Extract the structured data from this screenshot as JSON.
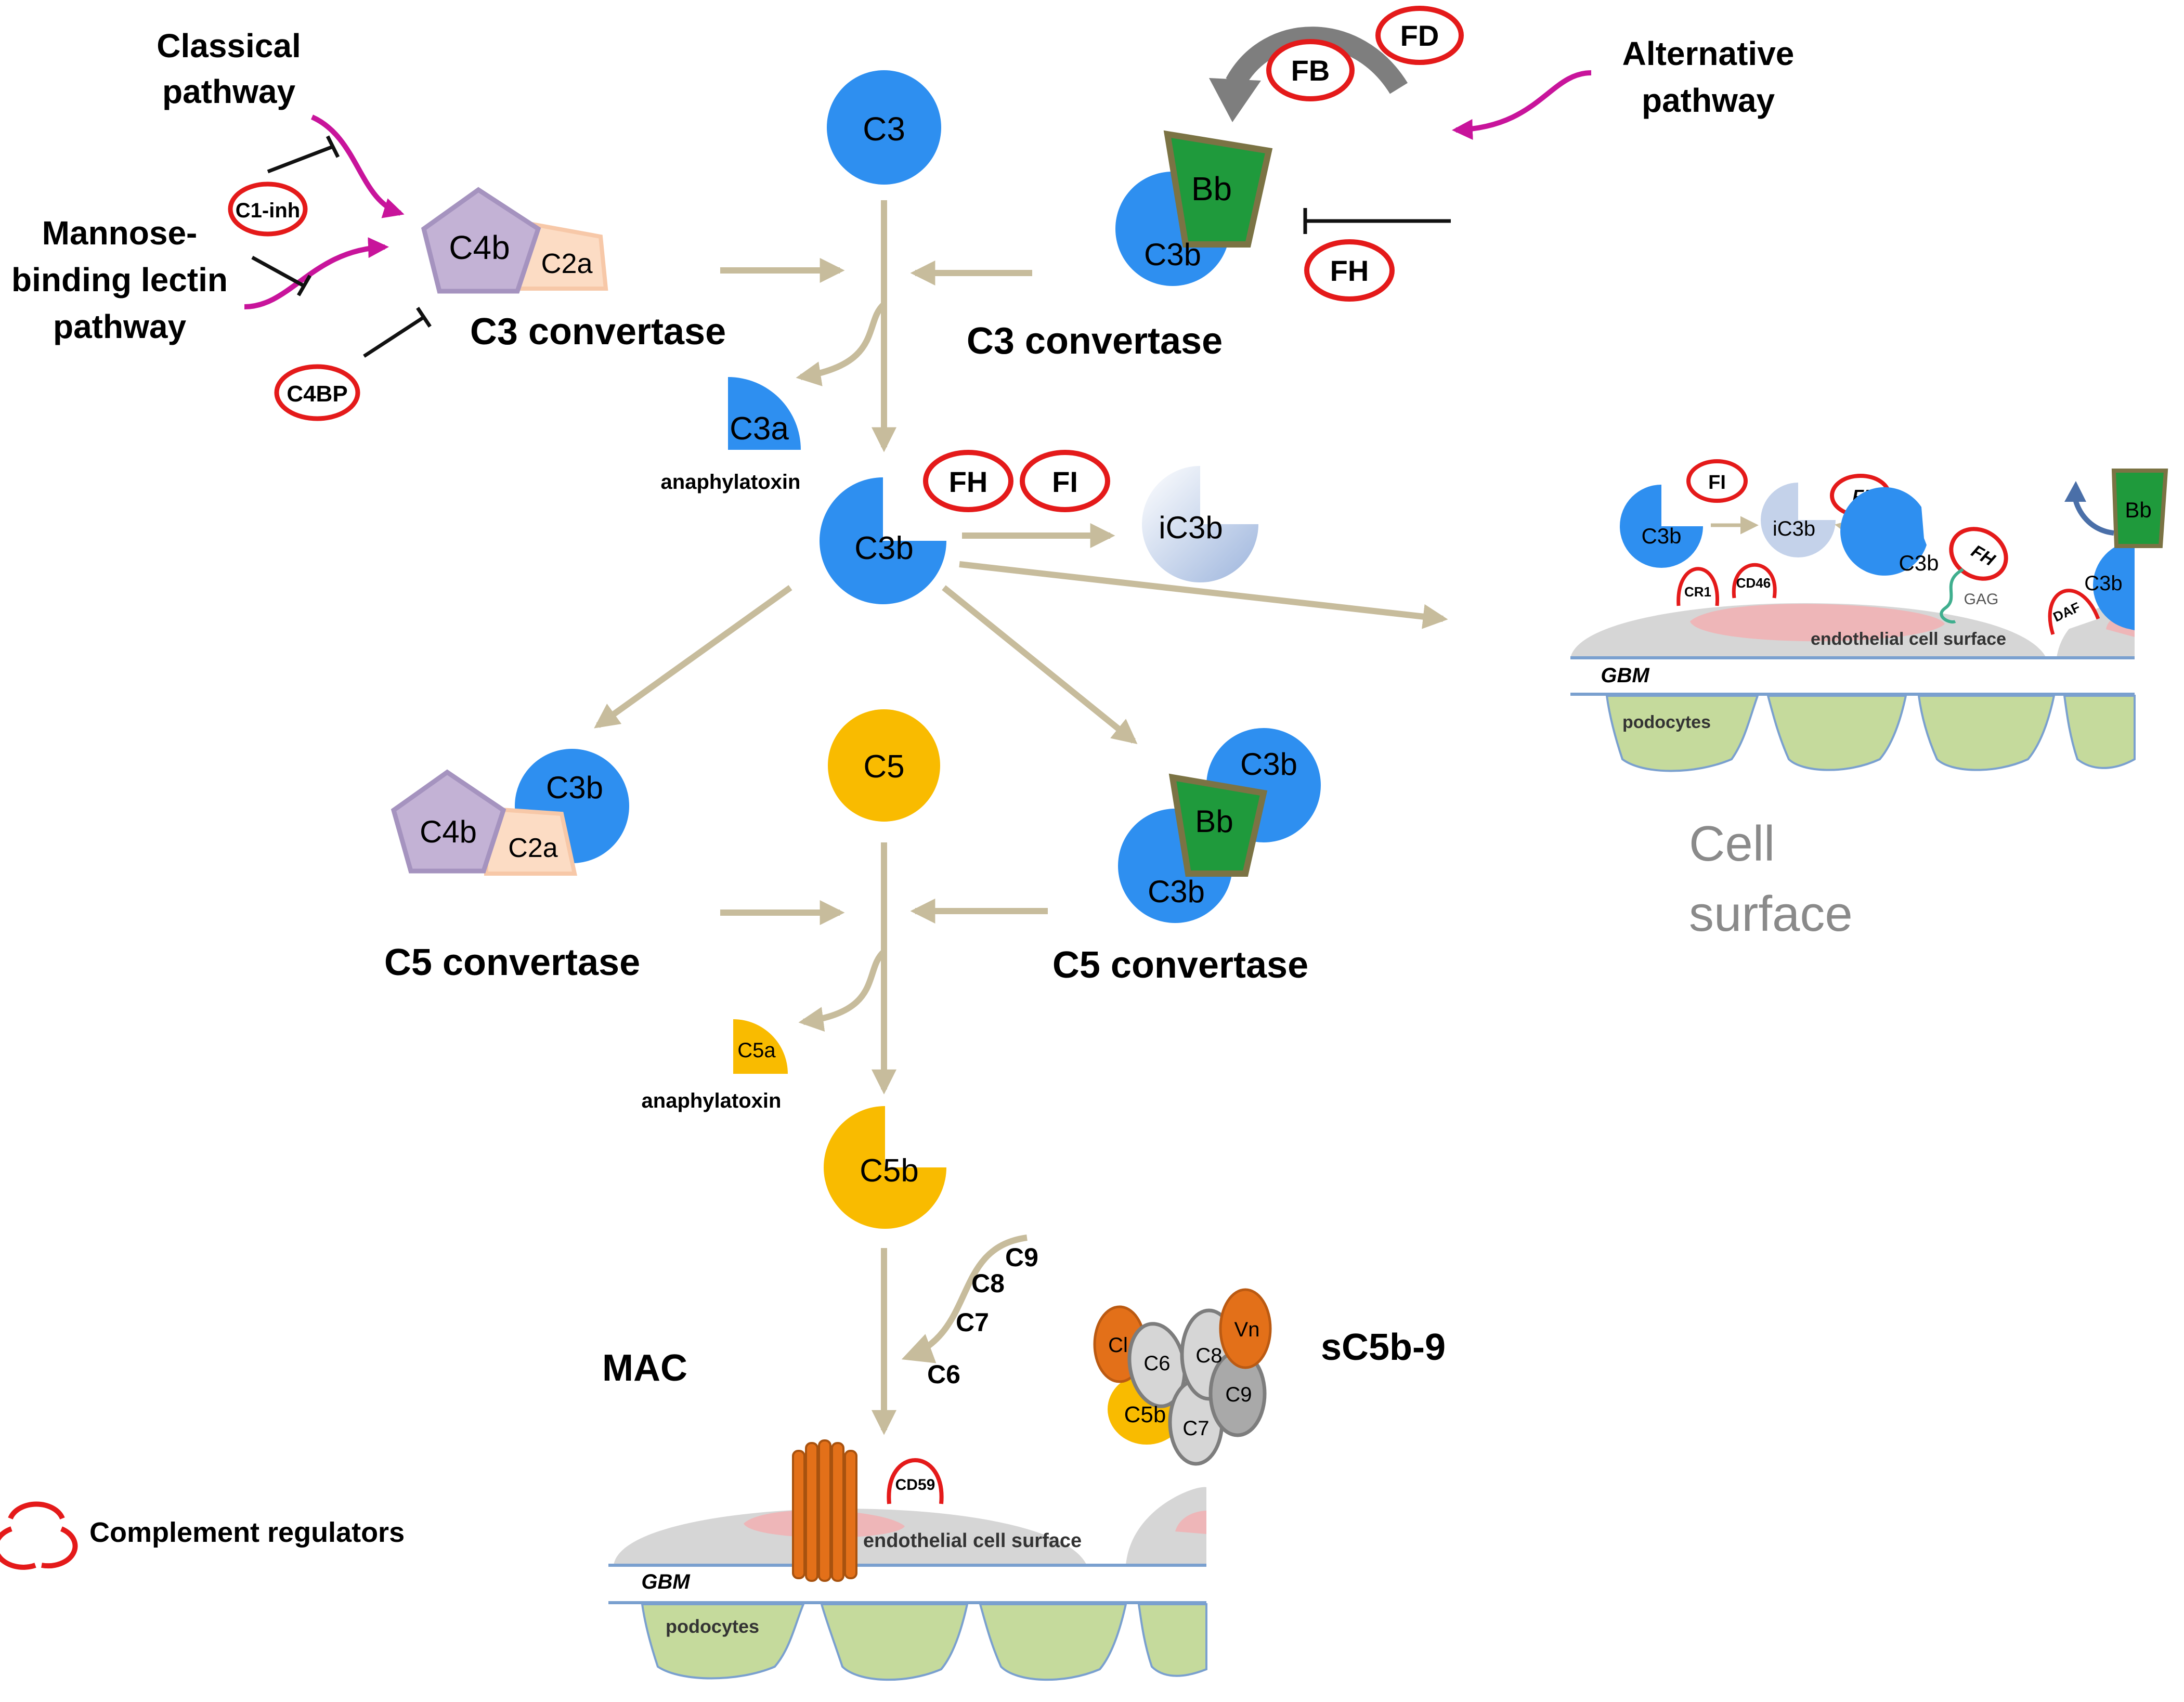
{
  "pathways": {
    "classical": [
      "Classical",
      "pathway"
    ],
    "lectin": [
      "Mannose-",
      "binding lectin",
      "pathway"
    ],
    "alternative": [
      "Alternative",
      "pathway"
    ]
  },
  "components": {
    "c3": "C3",
    "c3a": "C3a",
    "c3b": "C3b",
    "ic3b": "iC3b",
    "c4b": "C4b",
    "c2a": "C2a",
    "bb": "Bb",
    "c5": "C5",
    "c5a": "C5a",
    "c5b": "C5b",
    "c6": "C6",
    "c7": "C7",
    "c8": "C8",
    "c9": "C9",
    "cl": "Cl",
    "vn": "Vn"
  },
  "regulators": {
    "c1inh": "C1-inh",
    "c4bp": "C4BP",
    "fb": "FB",
    "fd": "FD",
    "fh": "FH",
    "fi": "FI",
    "cr1": "CR1",
    "cd46": "CD46",
    "daf": "DAF",
    "cd59": "CD59",
    "gag": "GAG"
  },
  "labels": {
    "c3_convertase": "C3 convertase",
    "c5_convertase": "C5 convertase",
    "anaphylatoxin": "anaphylatoxin",
    "mac": "MAC",
    "sc5b9": "sC5b-9",
    "cell_surface": [
      "Cell",
      "surface"
    ],
    "endothelial": "endothelial cell surface",
    "gbm": "GBM",
    "podocytes": "podocytes",
    "legend": "Complement regulators"
  },
  "colors": {
    "c3": "#2e8ff0",
    "c5": "#f9bb00",
    "c4b": "#c3b2d5",
    "c2a": "#fcdcc4",
    "bb": "#1f9a3c",
    "regulator": "#e41a1a",
    "arrow": "#c7bc9c",
    "pathway_arrow": "#c8149b",
    "lavender": "#c4d2ea",
    "podocyte": "#c5da9c",
    "endo": "#d6d6d6",
    "endo_pink": "#eeb6b8"
  }
}
